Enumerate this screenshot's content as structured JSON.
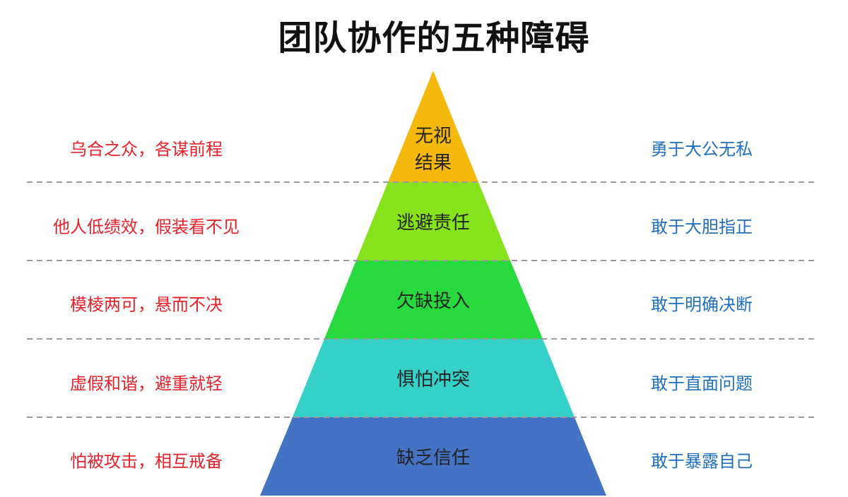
{
  "title": "团队协作的五种障碍",
  "levels": [
    {
      "label_line1": "无视",
      "label_line2": "结果",
      "left": "乌合之众，各谋前程",
      "right": "勇于大公无私",
      "color": "#f5b80c"
    },
    {
      "label_line1": "逃避责任",
      "label_line2": "",
      "left": "他人低绩效，假装看不见",
      "right": "敢于大胆指正",
      "color": "#86e21b"
    },
    {
      "label_line1": "欠缺投入",
      "label_line2": "",
      "left": "模棱两可，悬而不决",
      "right": "敢于明确决断",
      "color": "#27d93c"
    },
    {
      "label_line1": "惧怕冲突",
      "label_line2": "",
      "left": "虚假和谐，避重就轻",
      "right": "敢于直面问题",
      "color": "#35d0c8"
    },
    {
      "label_line1": "缺乏信任",
      "label_line2": "",
      "left": "怕被攻击，相互戒备",
      "right": "敢于暴露自己",
      "color": "#4472c4"
    }
  ],
  "colors": {
    "left_text": "#e8212b",
    "right_text": "#1f6fc1",
    "divider": "#999999"
  }
}
